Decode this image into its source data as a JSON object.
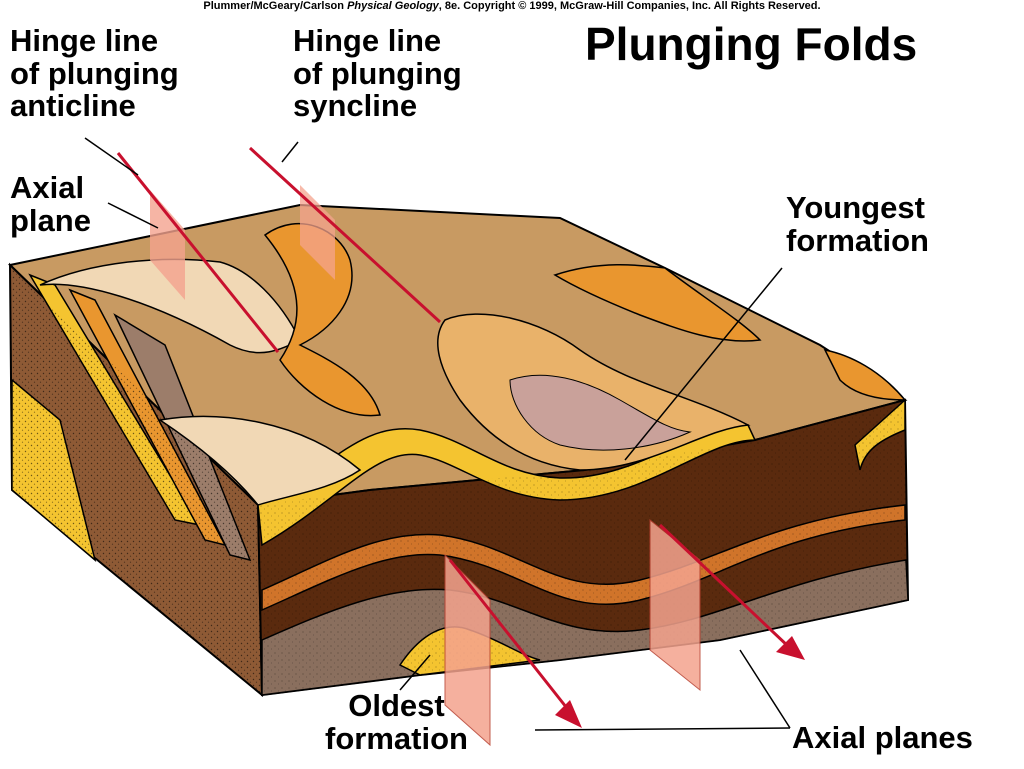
{
  "credit": {
    "authors": "Plummer/McGeary/Carlson",
    "book": "Physical Geology",
    "rest": ", 8e.  Copyright © 1999, McGraw-Hill Companies, Inc. All Rights Reserved."
  },
  "title": "Plunging Folds",
  "labels": {
    "hinge_anticline": [
      "Hinge line",
      "of plunging",
      "anticline"
    ],
    "hinge_syncline": [
      "Hinge line",
      "of plunging",
      "syncline"
    ],
    "axial_plane": [
      "Axial",
      "plane"
    ],
    "youngest": [
      "Youngest",
      "formation"
    ],
    "oldest": [
      "Oldest",
      "formation"
    ],
    "axial_planes": "Axial planes"
  },
  "colors": {
    "top_surface": "#c89a62",
    "ridge_orange": "#e9962f",
    "dark_brown": "#5a2a0e",
    "mid_brown": "#8e5a35",
    "gray_brown": "#9c7d6a",
    "yellow": "#f4c430",
    "pink_plane": "#f4a38e",
    "red_line": "#c8102e"
  }
}
